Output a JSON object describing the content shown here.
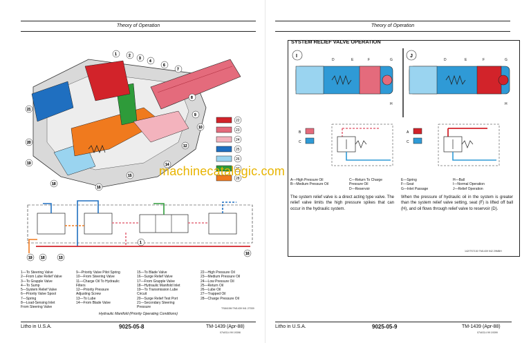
{
  "left_page": {
    "header": "Theory of Operation",
    "legend_items_col1": [
      "1—To Steering Valve",
      "2—From Lube Relief Valve",
      "3—To Grapple Valve",
      "4—To Sump",
      "5—System Relief Valve",
      "6—Priority Valve Spool",
      "7—Spring",
      "8—Load-Sensing Inlet",
      "     From Steering Valve"
    ],
    "legend_items_col2": [
      "9—Priority Valve Pilot Spring",
      "10—From Steering Valve",
      "11—Charge Oil To Hydraulic",
      "     Filters",
      "12—Priority Pressure",
      "     Adjusting Screw",
      "13—To Lube",
      "14—From Blade Valve"
    ],
    "legend_items_col3": [
      "15—To Blade Valve",
      "16—Surge Relief Valve",
      "17—From Grapple Valve",
      "18—Hydraulic Manifold Inlet",
      "19—To Transmission Lube",
      "     Circuit",
      "20—Surge Relief Test Port",
      "21—Secondary Steering",
      "     Pressure"
    ],
    "legend_items_col4": [
      "22—High Pressure Oil",
      "23—Medium Pressure Oil",
      "24—Low Pressure Oil",
      "25—Return Oil",
      "26—Lube Oil",
      "27—Trapped Oil",
      "28—Charge Pressure Oil"
    ],
    "caption": "Hydraulic Manifold (Priority Operating Conditions)",
    "plate_code": "TS8415M  TM1439  941  27039",
    "footer_left": "Litho in U.S.A.",
    "footer_center": "9025-05-8",
    "footer_right": "TM-1439 (Apr-88)",
    "footer_code": "07/AS14 99 19398",
    "color_key": [
      {
        "num": "22",
        "color": "#d2232a"
      },
      {
        "num": "23",
        "color": "#e46b7c"
      },
      {
        "num": "24",
        "color": "#f3b3bd"
      },
      {
        "num": "25",
        "color": "#1f6fc0"
      },
      {
        "num": "26",
        "color": "#9ad4f0"
      },
      {
        "num": "27",
        "color": "#2e9b3a"
      },
      {
        "num": "28",
        "color": "#f07a1e"
      }
    ]
  },
  "right_page": {
    "header": "Theory of Operation",
    "section_title": "SYSTEM RELIEF VALVE OPERATION",
    "panel_i": "I",
    "panel_j": "J",
    "letters_left": [
      "D",
      "E",
      "F",
      "G",
      "H"
    ],
    "letters_right": [
      "D",
      "E",
      "F",
      "G",
      "H"
    ],
    "key_left": [
      {
        "letter": "B",
        "color": "#e46b7c"
      },
      {
        "letter": "C",
        "color": "#2f9ad6"
      }
    ],
    "key_right": [
      {
        "letter": "A",
        "color": "#d2232a"
      },
      {
        "letter": "C",
        "color": "#2f9ad6"
      }
    ],
    "legend": [
      [
        "A—High Pressure Oil",
        "C—Return To Charge",
        "E—Spring",
        "H—Ball"
      ],
      [
        "B—Medium Pressure Oil",
        "     Pressure Oil",
        "F—Seat",
        "I—Normal Operation"
      ],
      [
        "",
        "D—Reservoir",
        "G—Inlet Passage",
        "J—Relief Operation"
      ]
    ],
    "para_left": "The system relief valve is a direct acting type valve. The relief valve limits the high pressure spikes that can occur in the hydraulic system.",
    "para_right": "When the pressure of hydraulic oil in the system is greater than the system relief valve setting, seat (F) is lifted off ball (H), and oil flows through relief valve to reservoir (D).",
    "plate_code": "142/TS7130  TM1439  942  29MBH",
    "footer_left": "Litho in U.S.A.",
    "footer_center": "9025-05-9",
    "footer_right": "TM-1439 (Apr-88)",
    "footer_code": "07/AS14 99 19399"
  },
  "watermark": "machinecatalogic.com"
}
